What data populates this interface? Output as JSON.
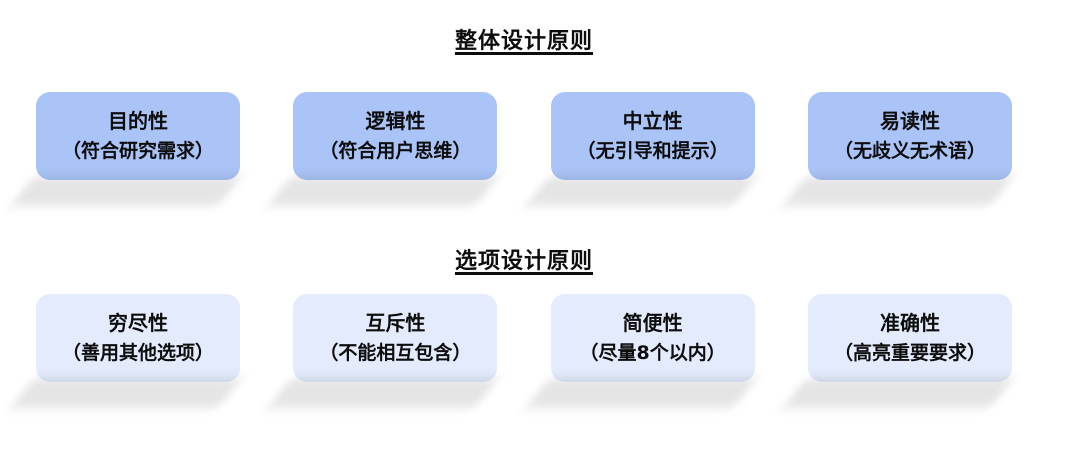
{
  "page": {
    "background": "#ffffff",
    "text_color": "#0d0d0d"
  },
  "sections": [
    {
      "title": "整体设计原则",
      "card_color": "#aac4f8",
      "cards": [
        {
          "label": "目的性",
          "sublabel": "（符合研究需求）"
        },
        {
          "label": "逻辑性",
          "sublabel": "（符合用户思维）"
        },
        {
          "label": "中立性",
          "sublabel": "（无引导和提示）"
        },
        {
          "label": "易读性",
          "sublabel": "（无歧义无术语）"
        }
      ]
    },
    {
      "title": "选项设计原则",
      "card_color": "#e3ebfc",
      "cards": [
        {
          "label": "穷尽性",
          "sublabel": "（善用其他选项）"
        },
        {
          "label": "互斥性",
          "sublabel": "（不能相互包含）"
        },
        {
          "label": "简便性",
          "sublabel": "（尽量8个以内）"
        },
        {
          "label": "准确性",
          "sublabel": "（高亮重要要求）"
        }
      ]
    }
  ]
}
